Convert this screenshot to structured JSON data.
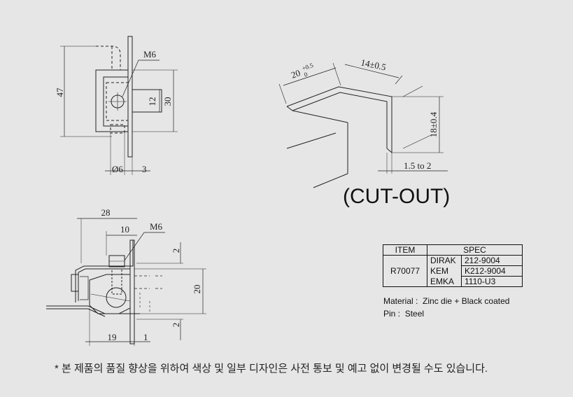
{
  "drawing": {
    "side_view": {
      "height": "47",
      "thread": "M6",
      "inner": "12",
      "outer": "30",
      "pin": "Ø6",
      "thickness": "3"
    },
    "section_view": {
      "width": "28",
      "offset": "10",
      "thread": "M6",
      "top_gap": "2",
      "height": "20",
      "bottom_gap": "2",
      "left": "19",
      "right": "1"
    },
    "cutout": {
      "title": "(CUT-OUT)",
      "dim_a": "20",
      "dim_a_tol_upper": "+0.5",
      "dim_a_tol_lower": "0",
      "dim_b": "14±0.5",
      "dim_c": "18±0.4",
      "dim_d": "1.5 to 2"
    }
  },
  "spec_table": {
    "header_item": "ITEM",
    "header_spec": "SPEC",
    "item": "R70077",
    "rows": [
      {
        "brand": "DIRAK",
        "code": "212-9004"
      },
      {
        "brand": "KEM",
        "code": "K212-9004"
      },
      {
        "brand": "EMKA",
        "code": "1110-U3"
      }
    ]
  },
  "material": {
    "material_label": "Material",
    "material_value": "Zinc die + Black coated",
    "pin_label": "Pin",
    "pin_value": "Steel"
  },
  "note": "* 본 제품의 품질 향상을 위하여 색상 및 일부 디자인은 사전 통보 및 예고 없이 변경될 수도 있습니다."
}
